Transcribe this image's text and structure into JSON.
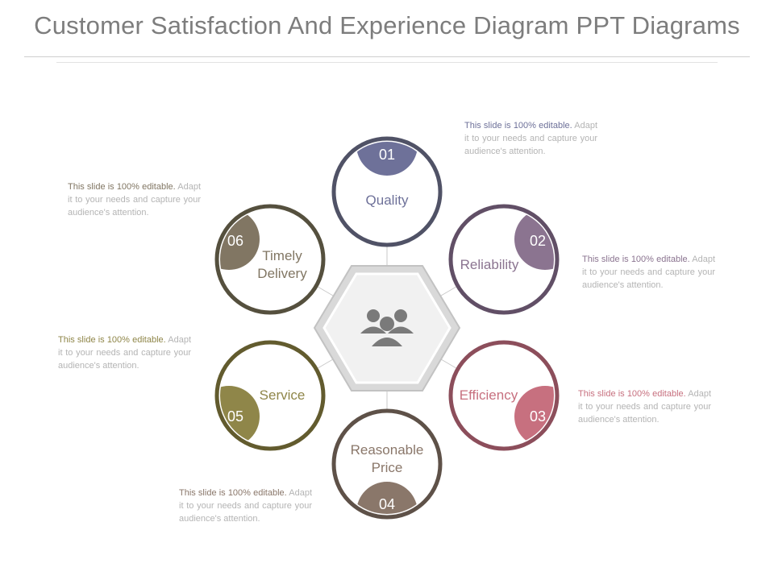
{
  "title": "Customer Satisfaction And Experience Diagram PPT Diagrams",
  "colors": {
    "c01": "#6e7199",
    "c02": "#8b7490",
    "c03": "#c7707f",
    "c04": "#8a776a",
    "c05": "#8f8649",
    "c06": "#817663",
    "hub_fill": "#eeeeee",
    "hub_stroke": "#bdbdbd"
  },
  "center_icon": "users-group-icon",
  "items": [
    {
      "number": "01",
      "label": "Quality"
    },
    {
      "number": "02",
      "label": "Reliability"
    },
    {
      "number": "03",
      "label": "Efficiency"
    },
    {
      "number": "04",
      "label_line1": "Reasonable",
      "label_line2": "Price"
    },
    {
      "number": "05",
      "label": "Service"
    },
    {
      "number": "06",
      "label_line1": "Timely",
      "label_line2": "Delivery"
    }
  ],
  "note": {
    "first": "This slide is 100% editable.",
    "rest": "Adapt it to your needs and capture your audience's attention."
  }
}
